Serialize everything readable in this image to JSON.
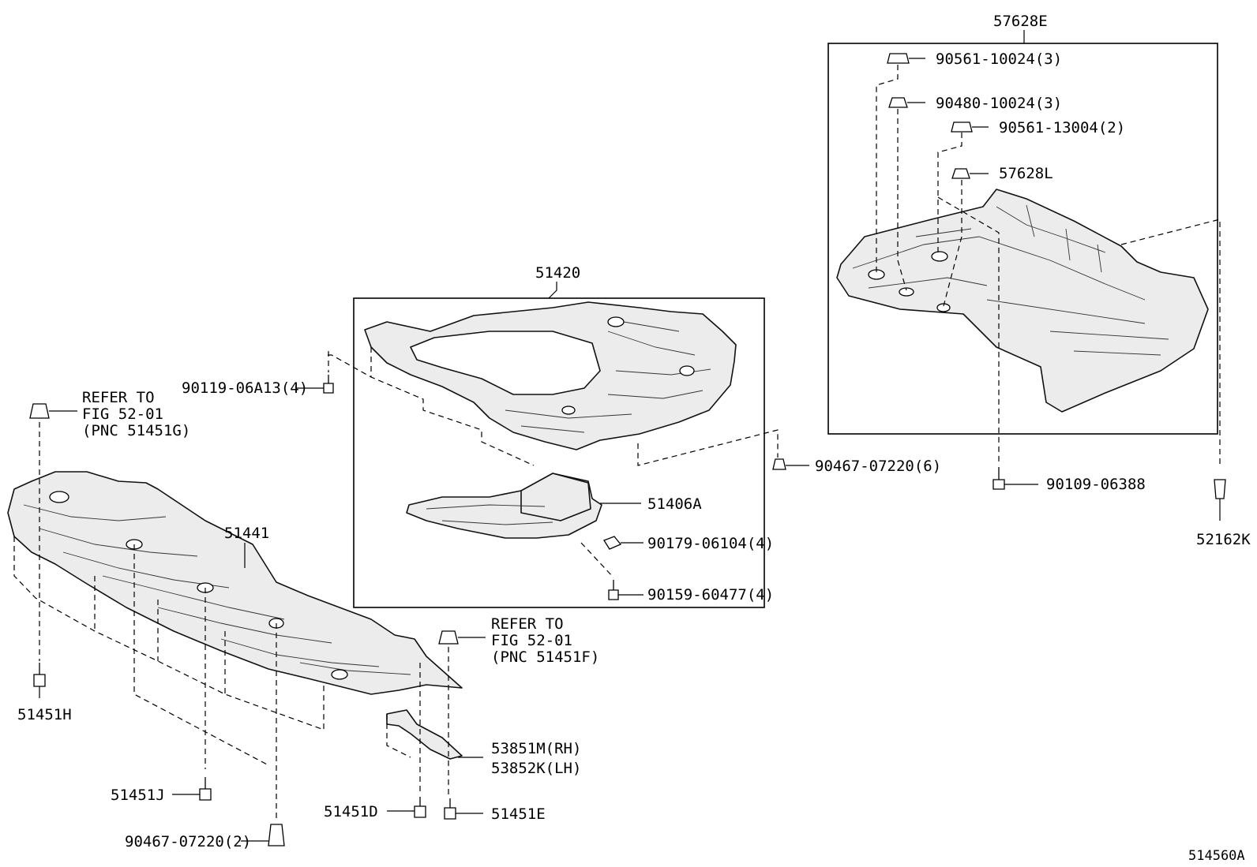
{
  "diagram_id": "514560A",
  "groups": {
    "rear_cover": {
      "ref": "57628E"
    },
    "engine_cover": {
      "ref": "51420"
    }
  },
  "labels": {
    "p_90561_10024": "90561-10024(3)",
    "p_90480_10024": "90480-10024(3)",
    "p_90561_13004": "90561-13004(2)",
    "p_57628L": "57628L",
    "p_90109_06388": "90109-06388",
    "p_52162K": "52162K",
    "p_90119_06A13": "90119-06A13(4)",
    "p_90467_07220_6": "90467-07220(6)",
    "p_51406A": "51406A",
    "p_90179_06104": "90179-06104(4)",
    "p_90159_60477": "90159-60477(4)",
    "p_51441": "51441",
    "p_51451H": "51451H",
    "p_51451J": "51451J",
    "p_90467_07220_2": "90467-07220(2)",
    "p_51451D": "51451D",
    "p_51451E": "51451E",
    "p_53851M": "53851M(RH)",
    "p_53852K": "53852K(LH)"
  },
  "references": {
    "ref1": {
      "line1": "REFER TO",
      "line2": "FIG 52-01",
      "line3": "(PNC 51451G)"
    },
    "ref2": {
      "line1": "REFER TO",
      "line2": "FIG 52-01",
      "line3": "(PNC 51451F)"
    }
  }
}
